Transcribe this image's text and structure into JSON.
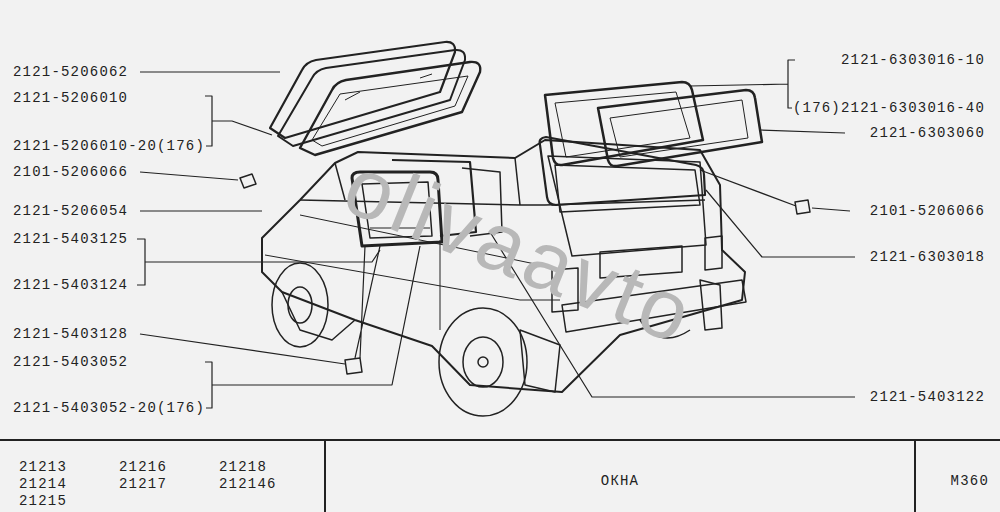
{
  "diagram": {
    "title": "ОКНА",
    "labels": [
      "2121-5206062",
      "2121-5206010",
      "2121-5206010-20(176)",
      "2101-5206066",
      "2121-5206054",
      "2121-5403125",
      "2121-5403124",
      "2121-5403128",
      "2121-5403052",
      "2121-5403052-20(176)",
      "2121-6303016-10",
      "(176)2121-6303016-40",
      "2121-6303060",
      "2101-5206066",
      "2121-6303018",
      "2121-5403122",
      "21213",
      "21214",
      "21215",
      "21216",
      "21217",
      "21218",
      "212146",
      "М360",
      "olivaavto"
    ]
  }
}
